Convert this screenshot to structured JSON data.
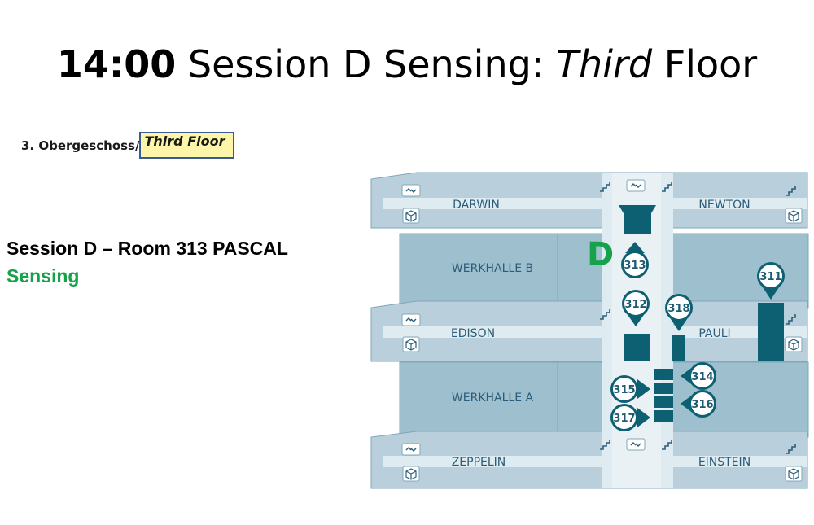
{
  "title": {
    "time": "14:00",
    "part1": "Session D Sensing: ",
    "italic": "Third",
    "part2": "Floor"
  },
  "floor_label": {
    "german": "3. Obergeschoss",
    "slash": "/",
    "english": "Third Floor"
  },
  "session": {
    "line1": "Session D – Room 313 PASCAL",
    "line2": "Sensing",
    "line2_color": "#16a24a"
  },
  "map": {
    "session_letter": "D",
    "rooms": {
      "darwin": "DARWIN",
      "newton": "NEWTON",
      "werkhalle_b": "WERKHALLE B",
      "edison": "EDISON",
      "pauli": "PAULI",
      "werkhalle_a": "WERKHALLE A",
      "zeppelin": "ZEPPELIN",
      "einstein": "EINSTEIN"
    },
    "pins": {
      "p313": "313",
      "p312": "312",
      "p318": "318",
      "p311": "311",
      "p314": "314",
      "p315": "315",
      "p316": "316",
      "p317": "317"
    },
    "colors": {
      "wing": "#b9d0dc",
      "room": "#9dbfce",
      "corridor": "#deebf1",
      "dark": "#0d5f72",
      "outline": "#7fa7b9"
    }
  }
}
